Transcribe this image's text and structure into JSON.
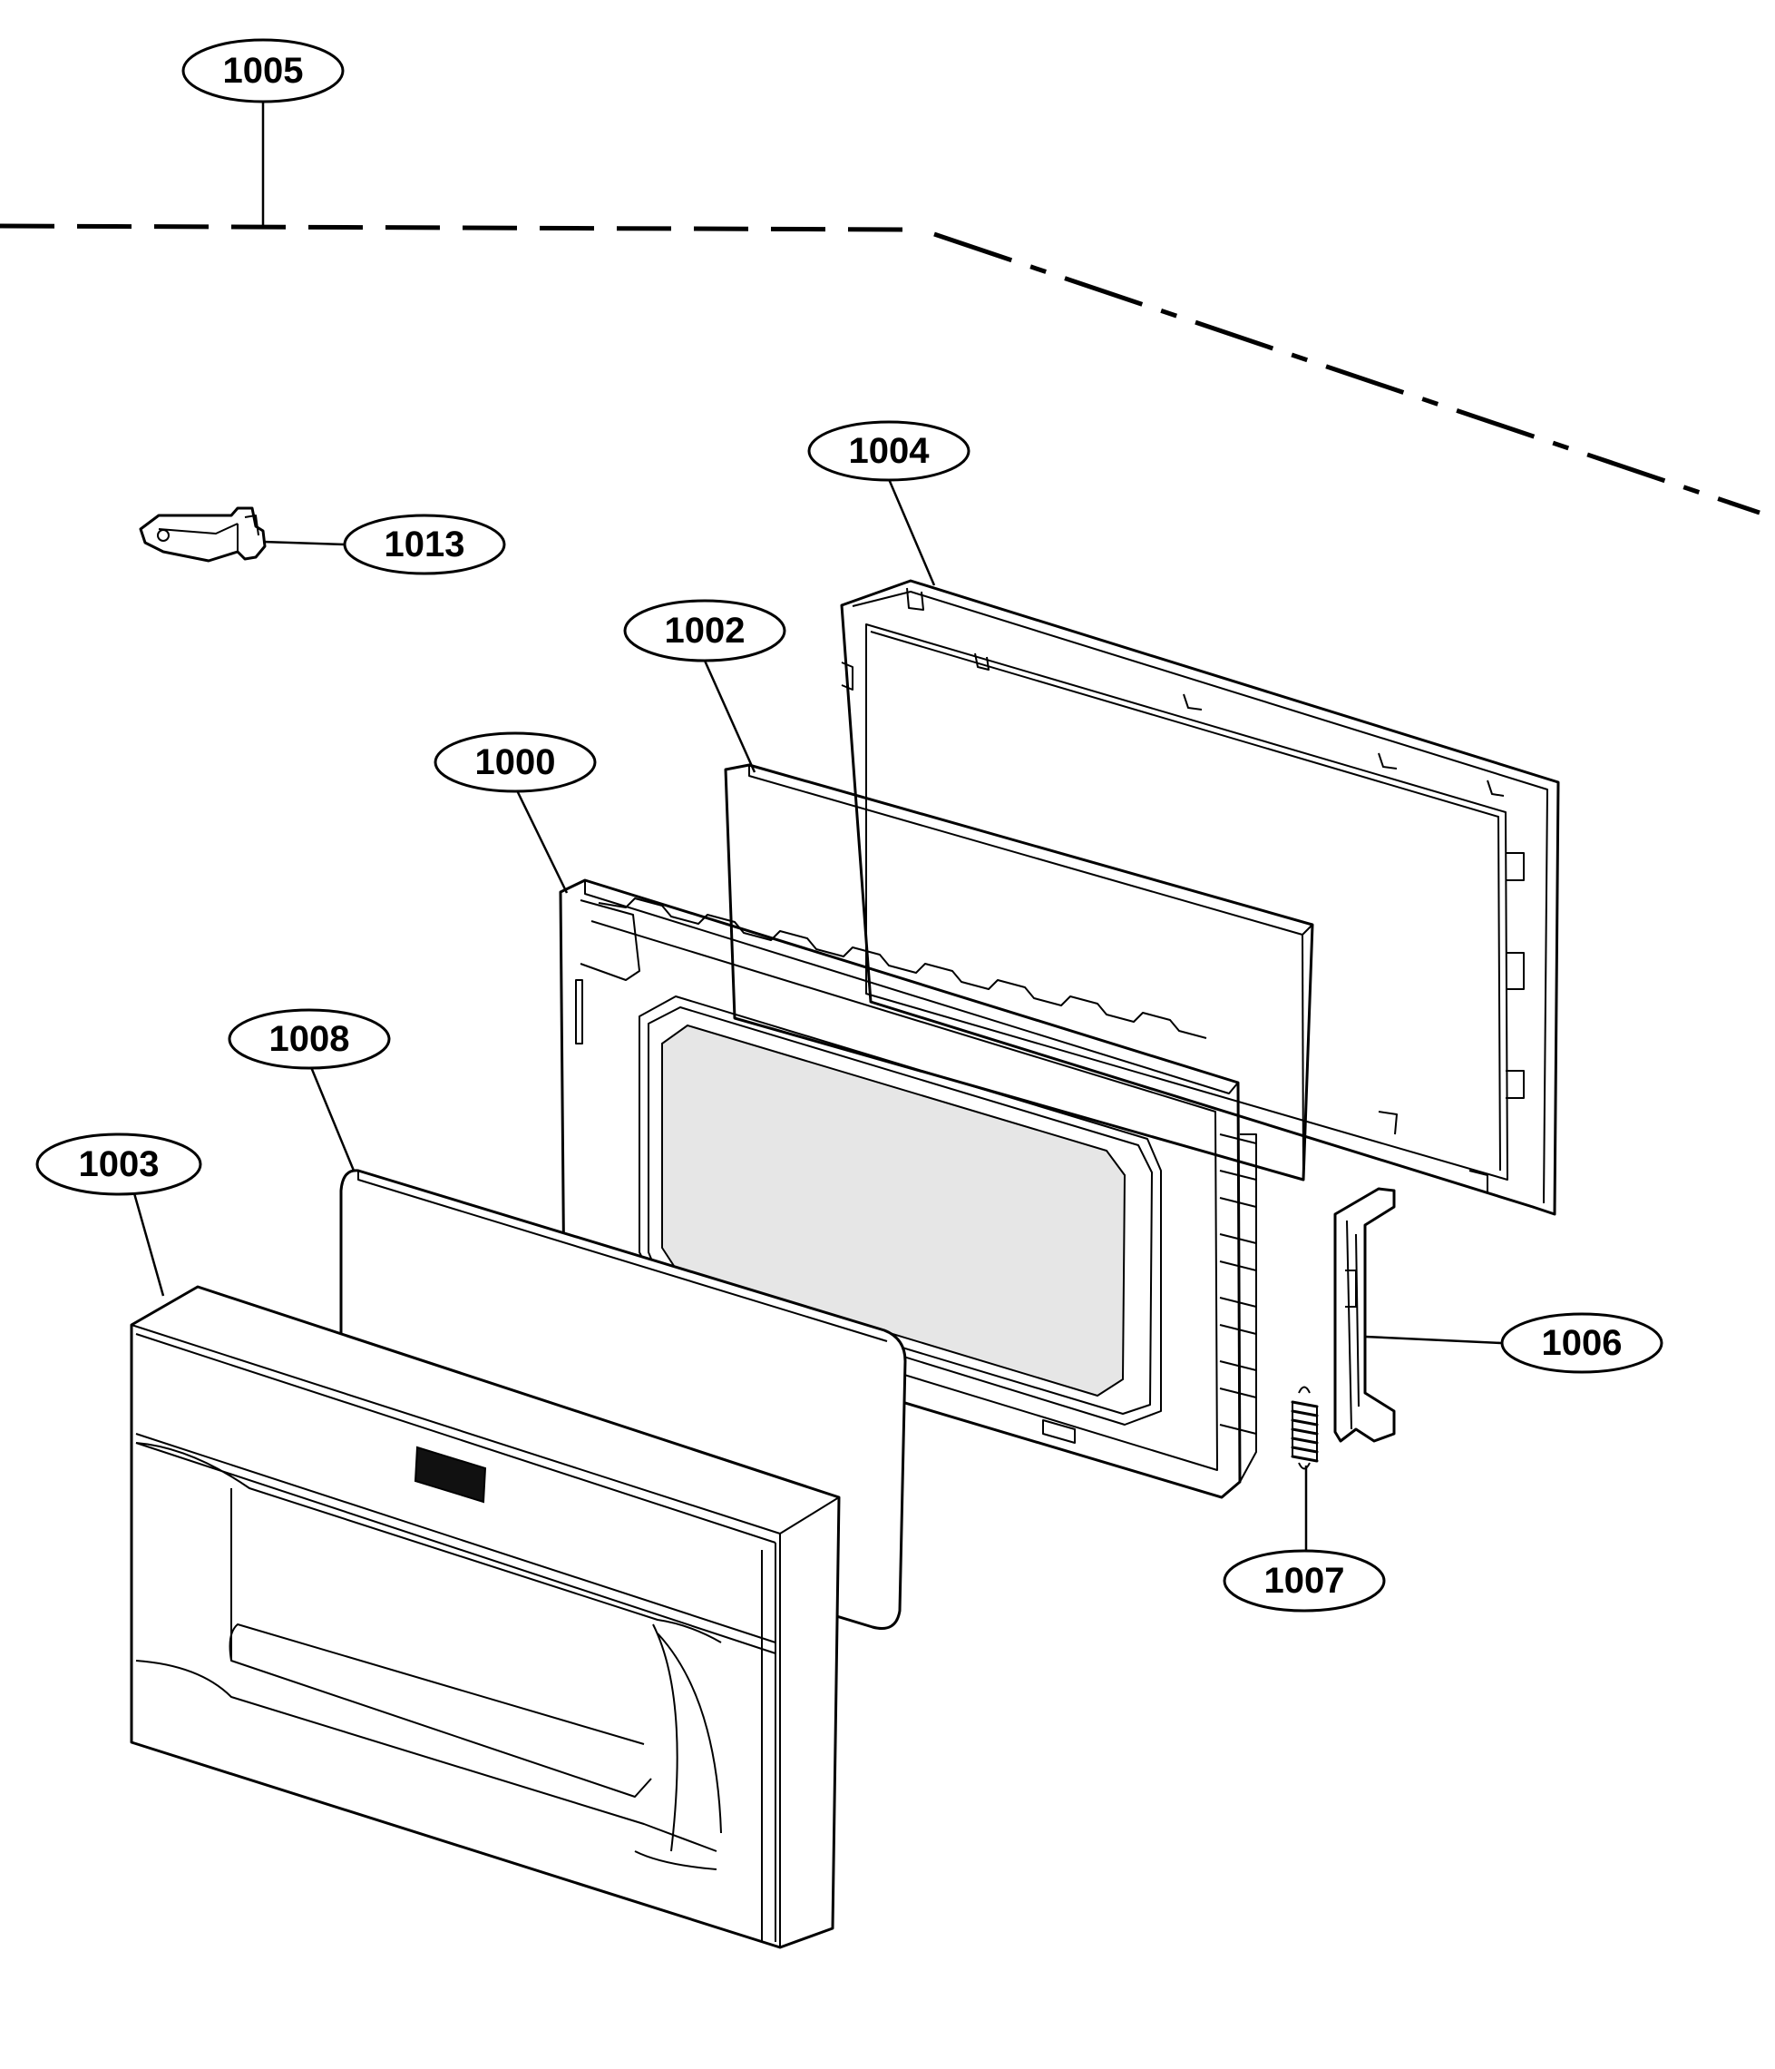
{
  "callouts": [
    {
      "id": "c1005",
      "label": "1005"
    },
    {
      "id": "c1004",
      "label": "1004"
    },
    {
      "id": "c1013",
      "label": "1013"
    },
    {
      "id": "c1002",
      "label": "1002"
    },
    {
      "id": "c1000",
      "label": "1000"
    },
    {
      "id": "c1008",
      "label": "1008"
    },
    {
      "id": "c1003",
      "label": "1003"
    },
    {
      "id": "c1006",
      "label": "1006"
    },
    {
      "id": "c1007",
      "label": "1007"
    }
  ]
}
